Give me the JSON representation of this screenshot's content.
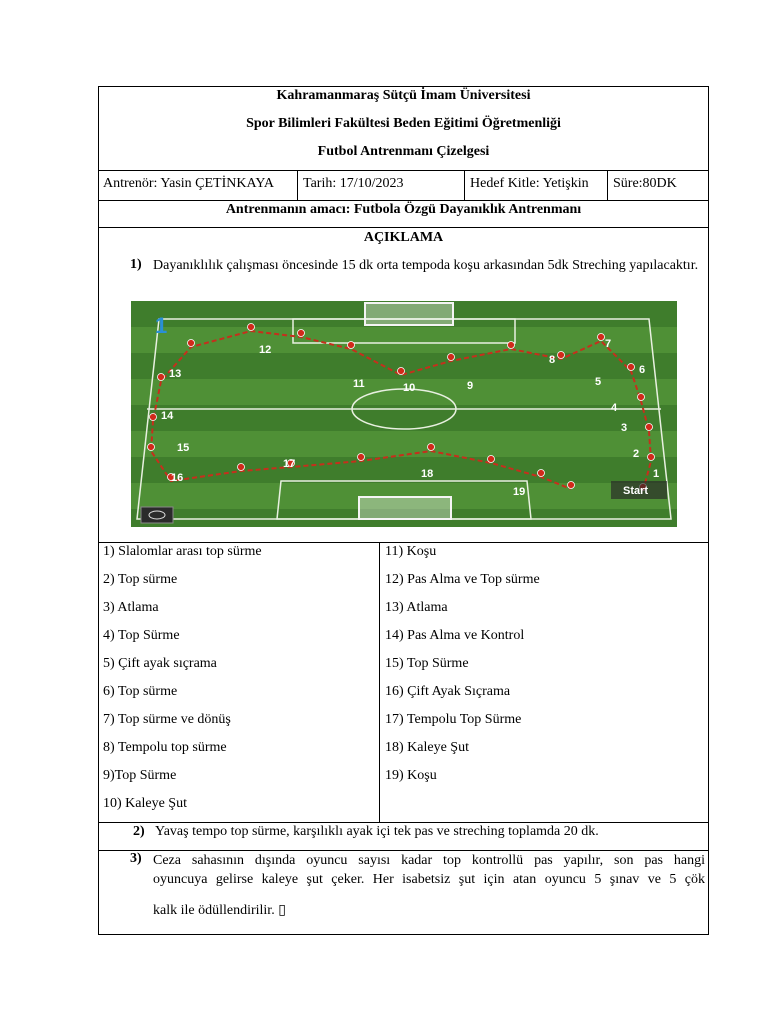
{
  "header": {
    "university": "Kahramanmaraş Sütçü İmam Üniversitesi",
    "faculty": "Spor Bilimleri Fakültesi Beden Eğitimi Öğretmenliği",
    "form_title": "Futbol Antrenmanı Çizelgesi"
  },
  "info": {
    "coach": "Antrenör: Yasin ÇETİNKAYA",
    "date": "Tarih: 17/10/2023",
    "target": "Hedef Kitle: Yetişkin",
    "duration": "Süre:80DK"
  },
  "purpose": "Antrenmanın amacı: Futbola Özgü Dayanıklık Antrenmanı",
  "section_title": "AÇIKLAMA",
  "step1": {
    "num": "1)",
    "text": "Dayanıklılık çalışması öncesinde 15 dk orta tempoda koşu arkasından 5dk Streching yapılacaktır."
  },
  "diagram": {
    "badge": "1",
    "start_label": "Start",
    "station_numbers": [
      "1",
      "2",
      "3",
      "4",
      "5",
      "6",
      "7",
      "8",
      "9",
      "10",
      "11",
      "12",
      "13",
      "14",
      "15",
      "16",
      "17",
      "18",
      "19"
    ],
    "colors": {
      "grass_dark": "#3f7d2c",
      "grass_light": "#4f9036",
      "path": "#c62f1c",
      "line": "#e8f0e0"
    }
  },
  "stations_left": [
    "1) Slalomlar arası top sürme",
    "2) Top sürme",
    "3) Atlama",
    "4) Top Sürme",
    "5) Çift ayak sıçrama",
    "6) Top sürme",
    "7) Top sürme ve dönüş",
    "8) Tempolu top sürme",
    "9)Top Sürme",
    "10) Kaleye Şut"
  ],
  "stations_right": [
    "11) Koşu",
    "12) Pas Alma ve Top sürme",
    "13) Atlama",
    "14) Pas Alma ve Kontrol",
    "15) Top Sürme",
    "16) Çift Ayak Sıçrama",
    "17) Tempolu Top Sürme",
    "18) Kaleye Şut",
    "19) Koşu"
  ],
  "step2": {
    "num": "2)",
    "text": "Yavaş tempo top sürme, karşılıklı ayak içi tek pas ve streching toplamda 20 dk."
  },
  "step3": {
    "num": "3)",
    "line1": "Ceza sahasının dışında oyuncu sayısı kadar top kontrollü pas yapılır, son pas hangi",
    "line2": "oyuncuya gelirse kaleye şut çeker. Her isabetsiz şut için atan oyuncu 5 şınav ve 5 çök",
    "line3": "kalk ile ödüllendirilir. ▯"
  }
}
